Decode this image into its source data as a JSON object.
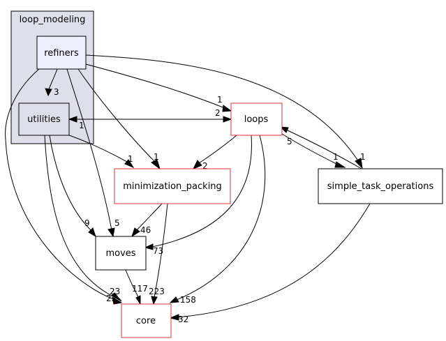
{
  "cluster": {
    "label": "loop_modeling",
    "fill": "#dfdfec",
    "stroke": "#000000"
  },
  "nodes": {
    "refiners": {
      "label": "refiners",
      "fill": "#efefff",
      "stroke": "#000000"
    },
    "utilities": {
      "label": "utilities",
      "fill": "#dfdfec",
      "stroke": "#000000"
    },
    "loops": {
      "label": "loops",
      "fill": "#ffffff",
      "stroke": "#e23232"
    },
    "minimization_packing": {
      "label": "minimization_packing",
      "fill": "#ffffff",
      "stroke": "#e23232"
    },
    "simple_task_operations": {
      "label": "simple_task_operations",
      "fill": "#ffffff",
      "stroke": "#000000"
    },
    "moves": {
      "label": "moves",
      "fill": "#ffffff",
      "stroke": "#000000"
    },
    "core": {
      "label": "core",
      "fill": "#ffffff",
      "stroke": "#e23232"
    }
  },
  "edges": {
    "refiners_utilities": "3",
    "refiners_loops": "1",
    "refiners_simple_task_operations": "1",
    "refiners_minimization_packing": "1",
    "refiners_moves": "5",
    "refiners_core": "22",
    "utilities_loops": "2",
    "loops_utilities": "1",
    "utilities_minimization_packing": "1",
    "utilities_moves": "9",
    "utilities_core": "23",
    "loops_minimization_packing": "2",
    "loops_simple_task_operations": "1",
    "simple_task_operations_loops": "5",
    "loops_moves": "73",
    "loops_core": "158",
    "minimization_packing_moves": "46",
    "minimization_packing_core": "223",
    "moves_core": "117",
    "simple_task_operations_core": "32"
  }
}
